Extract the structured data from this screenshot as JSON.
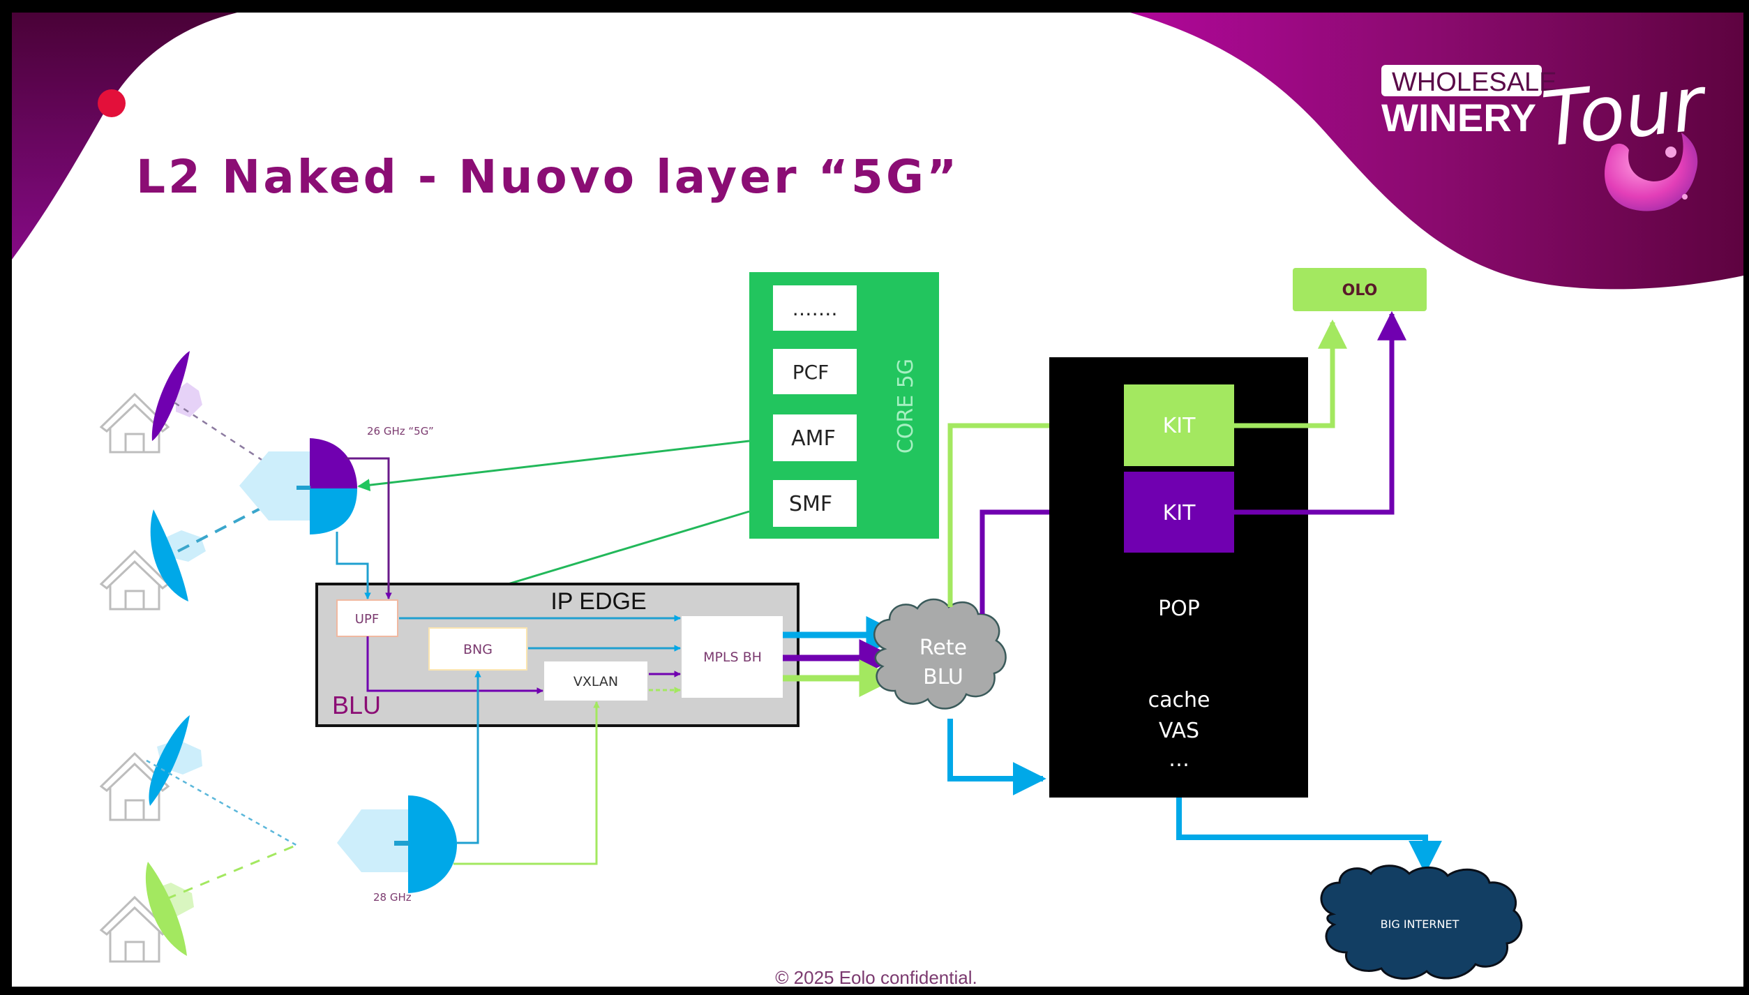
{
  "slide": {
    "title": "L2 Naked - Nuovo layer “5G”",
    "footer": "© 2025 Eolo confidential.",
    "logo": {
      "line1": "WHOLESALE",
      "line2": "WINERY",
      "script": "Tour",
      "icon": "wine-splash-icon"
    }
  },
  "colors": {
    "brand_magenta": "#8a0a6e",
    "title": "#8b0d74",
    "core_green": "#22c55e",
    "light_green": "#a3e860",
    "purple": "#7000b0",
    "blue": "#00a8e8",
    "grey_box": "#d0d0d0",
    "cloud_grey": "#a9aaaa",
    "cloud_navy": "#123e63",
    "pop_black": "#000000"
  },
  "core5g": {
    "label": "CORE 5G",
    "functions": [
      "…….",
      "PCF",
      "AMF",
      "SMF"
    ]
  },
  "ip_edge": {
    "title": "IP EDGE",
    "owner_label": "BLU",
    "nodes": {
      "upf": "UPF",
      "bng": "BNG",
      "vxlan": "VXLAN",
      "mpls": "MPLS BH"
    }
  },
  "radio": {
    "label_26": "26 GHz “5G”",
    "label_28": "28 GHz"
  },
  "rete_blu": {
    "line1": "Rete",
    "line2": "BLU"
  },
  "pop": {
    "kit_green": "KIT",
    "kit_purple": "KIT",
    "label": "POP",
    "services": [
      "cache",
      "VAS",
      "…"
    ]
  },
  "olo": {
    "label": "OLO"
  },
  "internet": {
    "label": "BIG INTERNET"
  }
}
